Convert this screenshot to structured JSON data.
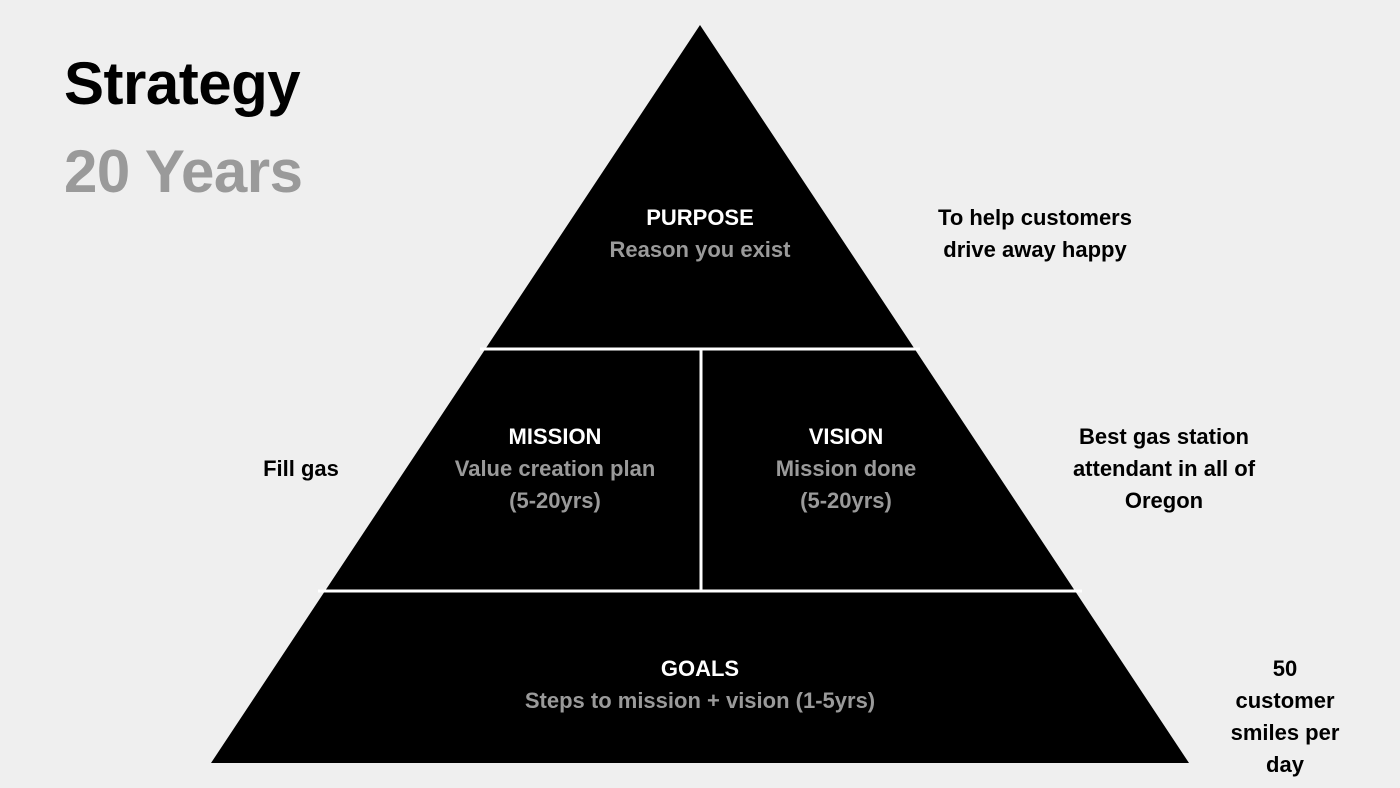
{
  "header": {
    "title": "Strategy",
    "subtitle": "20 Years"
  },
  "colors": {
    "background": "#efefef",
    "pyramid_fill": "#000000",
    "divider": "#ffffff",
    "heading_text": "#ffffff",
    "description_text": "#9a9a9a",
    "note_text": "#000000",
    "subtitle_text": "#9a9a9a"
  },
  "pyramid": {
    "purpose": {
      "heading": "PURPOSE",
      "description": "Reason you exist"
    },
    "mission": {
      "heading": "MISSION",
      "description": "Value creation plan",
      "timeframe": "(5-20yrs)"
    },
    "vision": {
      "heading": "VISION",
      "description": "Mission done",
      "timeframe": "(5-20yrs)"
    },
    "goals": {
      "heading": "GOALS",
      "description": "Steps to mission + vision (1-5yrs)"
    }
  },
  "notes": {
    "purpose": "To help customers\ndrive away happy",
    "mission": "Fill gas",
    "vision": "Best gas station\nattendant in all of\nOregon",
    "goals": "50 customer\nsmiles per day"
  }
}
